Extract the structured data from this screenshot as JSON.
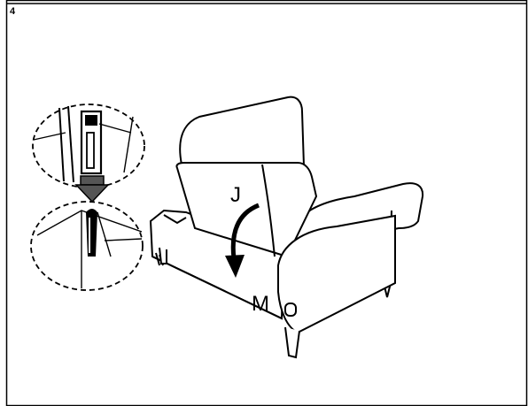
{
  "step": {
    "number": "4"
  },
  "callouts": {
    "j_label": "J",
    "m_label": "M"
  },
  "colors": {
    "ink": "#000000",
    "paper": "#ffffff",
    "arrow_gray": "#555555"
  },
  "icons": {
    "insertion_arrow": "down-arrow-icon",
    "fold_arrow": "curved-down-arrow-icon"
  }
}
